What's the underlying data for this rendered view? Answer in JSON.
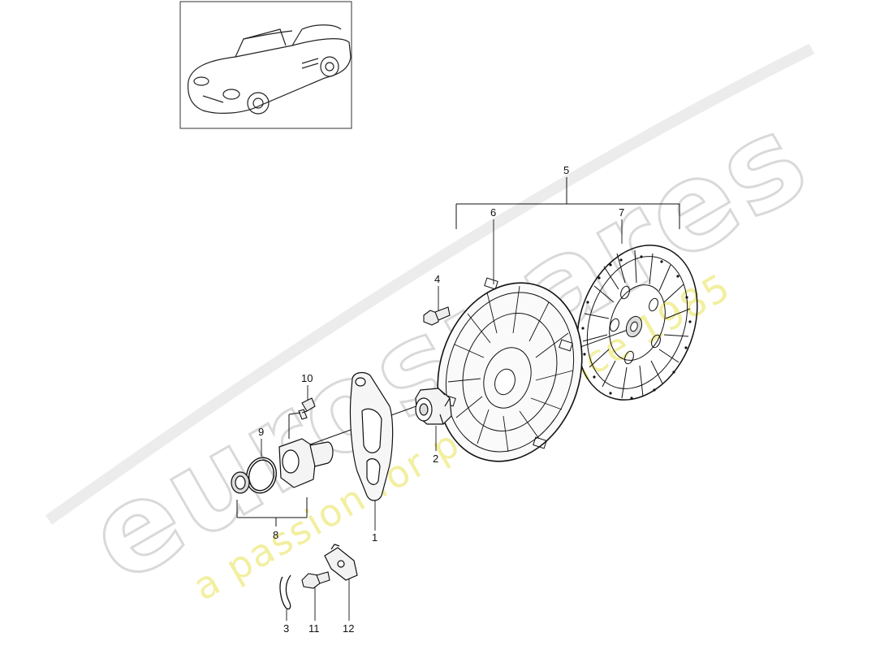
{
  "watermark": {
    "brand": "eurospares",
    "tagline": "a passion for parts since 1985"
  },
  "thumbnail": {
    "icon": "convertible-car-icon"
  },
  "callouts": {
    "c1": "1",
    "c2": "2",
    "c3": "3",
    "c4": "4",
    "c5": "5",
    "c6": "6",
    "c7": "7",
    "c8": "8",
    "c9": "9",
    "c10": "10",
    "c11": "11",
    "c12": "12"
  },
  "colors": {
    "line": "#111111",
    "watermark_outline": "#d9d9d9",
    "watermark_tagline": "#f2efa0"
  }
}
